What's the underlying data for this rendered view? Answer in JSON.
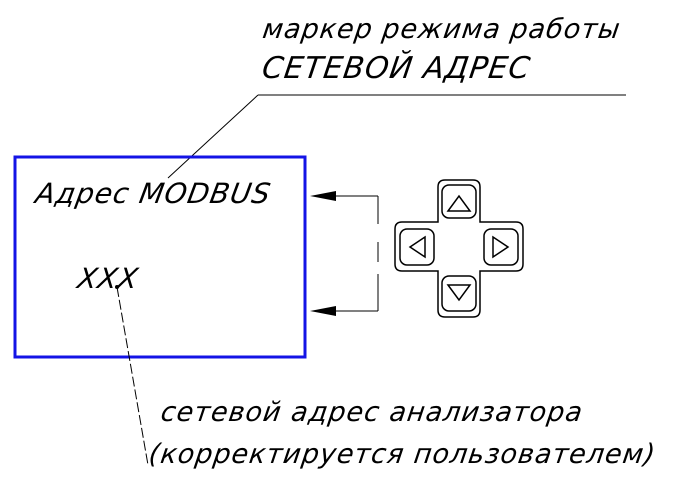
{
  "labels": {
    "top_line1": "маркер режима работы",
    "top_line2": "СЕТЕВОЙ АДРЕС",
    "screen_title": "Адрес MODBUS",
    "screen_value": "XXX",
    "bottom_line1": "сетевой адрес анализатора",
    "bottom_line2": "(корректируется пользователем)"
  },
  "keypad": {
    "buttons": [
      "up",
      "left",
      "right",
      "down"
    ]
  },
  "colors": {
    "screen_border": "#1414e6",
    "lines": "#000000",
    "background": "#ffffff"
  }
}
